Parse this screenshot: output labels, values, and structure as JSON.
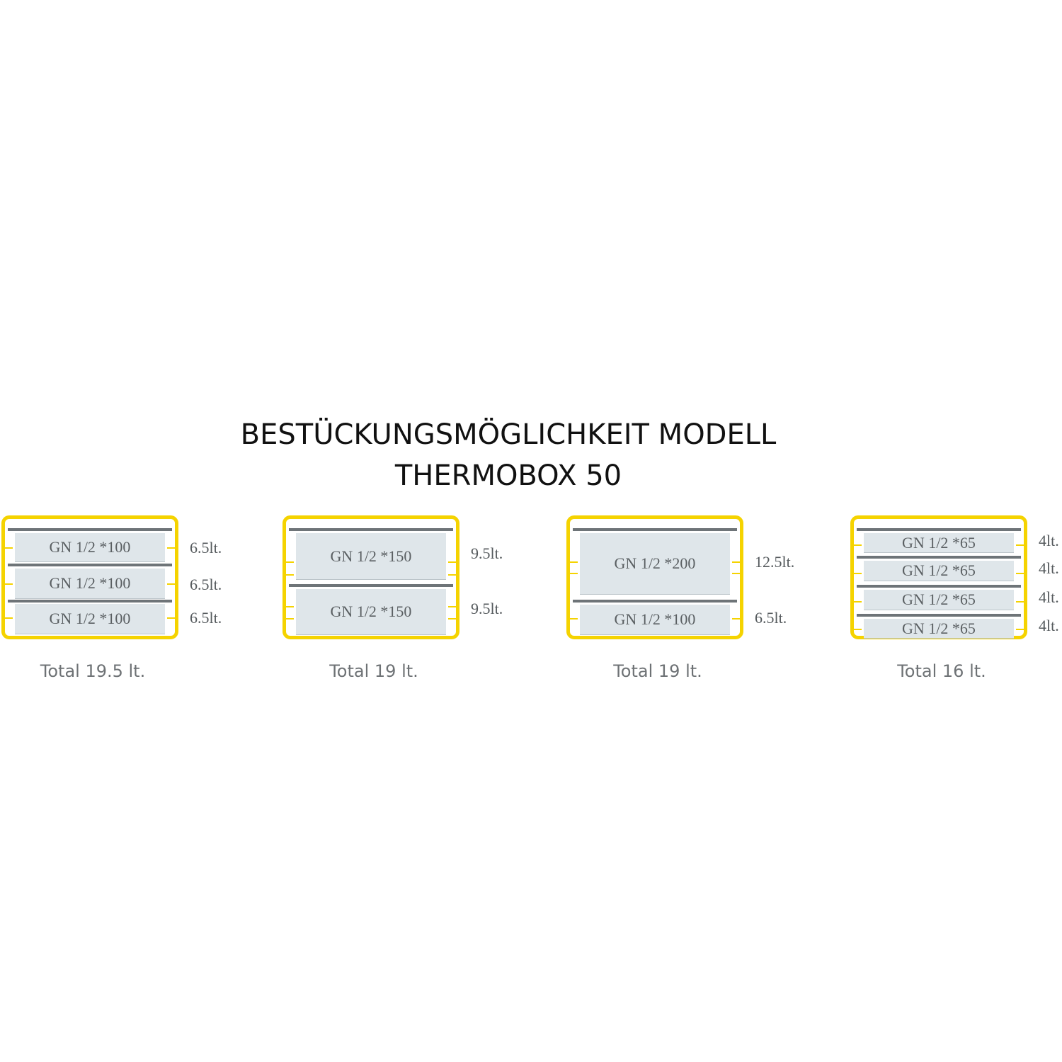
{
  "title": {
    "line1": "BESTÜCKUNGSMÖGLICHKEIT MODELL",
    "line2": "THERMOBOX 50"
  },
  "colors": {
    "box_border": "#f5d300",
    "rail": "#6e7478",
    "pan_fill": "#dfe6ea",
    "text": "#555a5d"
  },
  "configurations": [
    {
      "total": "Total 19.5 lt.",
      "pans": [
        {
          "label": "GN 1/2 *100",
          "volume": "6.5lt."
        },
        {
          "label": "GN 1/2 *100",
          "volume": "6.5lt."
        },
        {
          "label": "GN 1/2 *100",
          "volume": "6.5lt."
        }
      ]
    },
    {
      "total": "Total 19 lt.",
      "pans": [
        {
          "label": "GN 1/2 *150",
          "volume": "9.5lt."
        },
        {
          "label": "GN 1/2 *150",
          "volume": "9.5lt."
        }
      ]
    },
    {
      "total": "Total 19 lt.",
      "pans": [
        {
          "label": "GN 1/2 *200",
          "volume": "12.5lt."
        },
        {
          "label": "GN 1/2 *100",
          "volume": "6.5lt."
        }
      ]
    },
    {
      "total": "Total 16 lt.",
      "pans": [
        {
          "label": "GN 1/2 *65",
          "volume": "4lt."
        },
        {
          "label": "GN 1/2 *65",
          "volume": "4lt."
        },
        {
          "label": "GN 1/2 *65",
          "volume": "4lt."
        },
        {
          "label": "GN 1/2 *65",
          "volume": "4lt."
        }
      ]
    }
  ]
}
